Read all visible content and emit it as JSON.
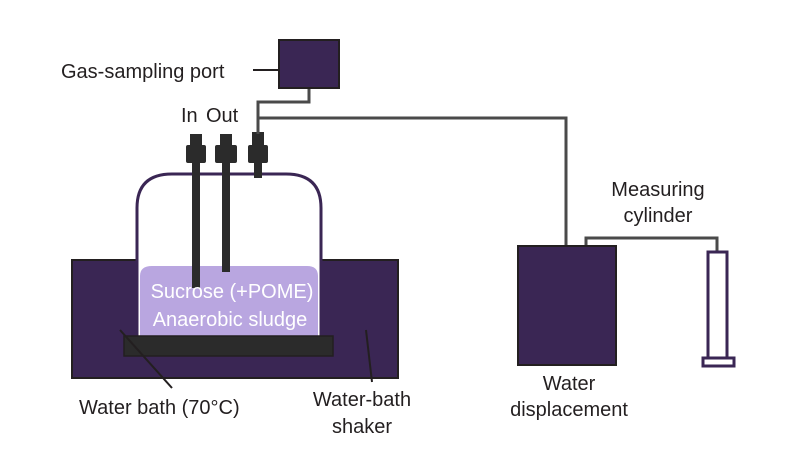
{
  "labels": {
    "gas_sampling_port": "Gas-sampling port",
    "in": "In",
    "out": "Out",
    "measuring_cylinder_1": "Measuring",
    "measuring_cylinder_2": "cylinder",
    "liquid_1": "Sucrose (+POME)",
    "liquid_2": "Anaerobic sludge",
    "water_bath": "Water bath (70°C)",
    "shaker_1": "Water-bath",
    "shaker_2": "shaker",
    "water_displacement_1": "Water",
    "water_displacement_2": "displacement"
  },
  "colors": {
    "dark_purple": "#3a2654",
    "light_purple": "#b9a6e0",
    "dark_grey": "#2b2b2b",
    "outline": "#231f20"
  }
}
